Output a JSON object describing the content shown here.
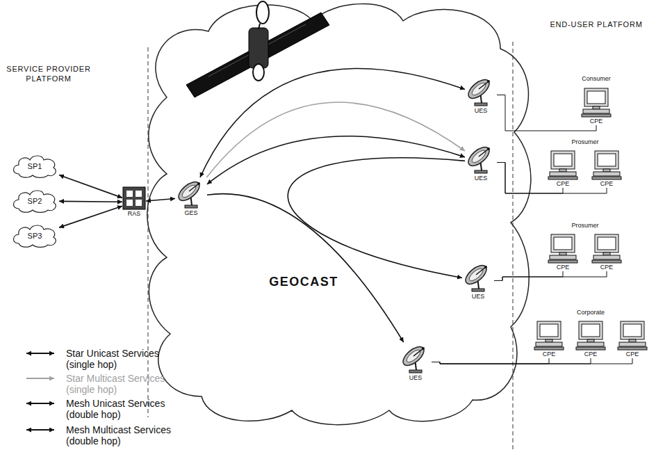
{
  "diagram": {
    "nodes": [
      {
        "text": [
          "SP1"
        ]
      },
      {
        "text": [
          "SP2"
        ]
      },
      {
        "text": [
          "SP3"
        ]
      },
      {
        "text": [
          "RAS"
        ]
      },
      {
        "text": [
          "GES"
        ]
      },
      {
        "text": [
          "UES"
        ]
      },
      {
        "text": [
          "CPE"
        ]
      },
      {
        "text": [
          "UES"
        ]
      },
      {
        "text": [
          "CPE"
        ]
      },
      {
        "text": [
          "CPE"
        ]
      },
      {
        "text": [
          "UES"
        ]
      },
      {
        "text": [
          "CPE"
        ]
      },
      {
        "text": [
          "CPE"
        ]
      },
      {
        "text": [
          "UES"
        ]
      },
      {
        "text": [
          "CPE"
        ]
      },
      {
        "text": [
          "CPE"
        ]
      },
      {
        "text": [
          "CPE"
        ]
      }
    ],
    "edges": [
      {
        "from": 0,
        "to": 3,
        "arrow": "both"
      },
      {
        "from": 1,
        "to": 3,
        "arrow": "both"
      },
      {
        "from": 2,
        "to": 3,
        "arrow": "both"
      },
      {
        "from": 3,
        "to": 4,
        "arrow": "both"
      },
      {
        "from": 4,
        "to": 5,
        "arrow": "both"
      },
      {
        "from": 4,
        "to": 7,
        "arrow": "to"
      },
      {
        "from": 4,
        "to": 7,
        "arrow": "both"
      },
      {
        "from": 7,
        "to": 10,
        "arrow": "to"
      },
      {
        "from": 4,
        "to": 13,
        "arrow": "to"
      },
      {
        "from": 5,
        "to": 6,
        "arrow": "none"
      },
      {
        "from": 7,
        "to": 8,
        "arrow": "none"
      },
      {
        "from": 7,
        "to": 9,
        "arrow": "none"
      },
      {
        "from": 10,
        "to": 11,
        "arrow": "none"
      },
      {
        "from": 10,
        "to": 12,
        "arrow": "none"
      },
      {
        "from": 13,
        "to": 14,
        "arrow": "none"
      },
      {
        "from": 13,
        "to": 15,
        "arrow": "none"
      },
      {
        "from": 13,
        "to": 16,
        "arrow": "none"
      }
    ],
    "labels": [
      "SERVICE PROVIDER PLATFORM",
      "END-USER PLATFORM",
      "GEOCAST",
      "Consumer",
      "Prosumer",
      "Prosumer",
      "Corporate"
    ],
    "legend": [
      {
        "text": "Star Unicast Services (single hop)"
      },
      {
        "text": "Star Multicast Services (single hop)"
      },
      {
        "text": "Mesh Unicast Services (double hop)"
      },
      {
        "text": "Mesh Multicast Services (double hop)"
      }
    ]
  }
}
